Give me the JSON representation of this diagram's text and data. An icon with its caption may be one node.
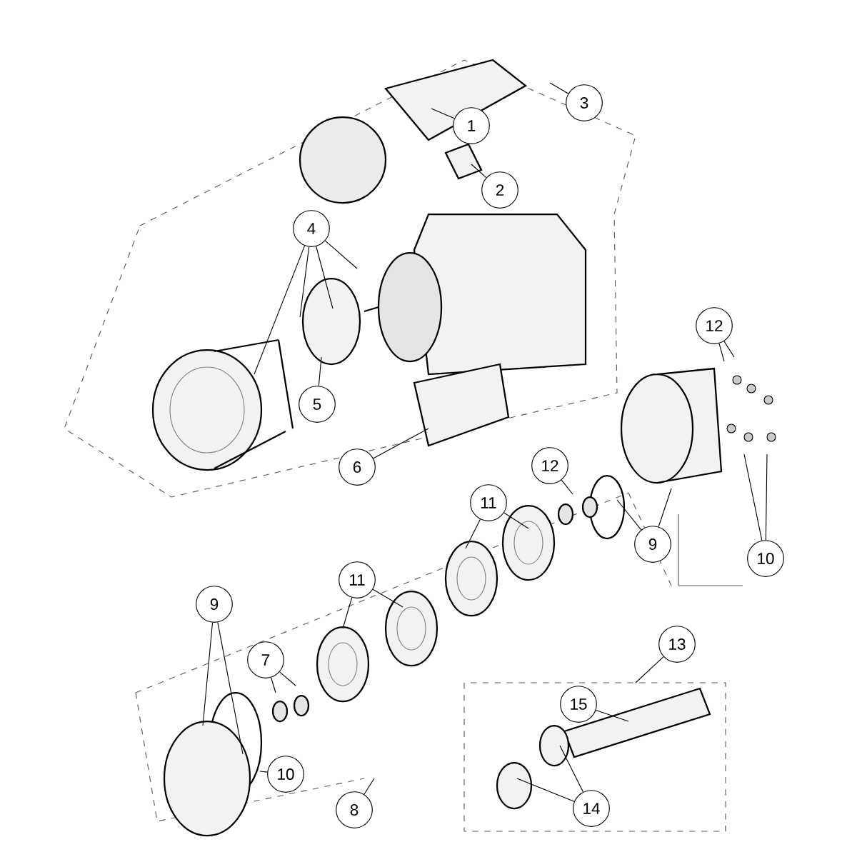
{
  "diagram": {
    "nodes": [
      {
        "text": [
          "1"
        ]
      },
      {
        "text": [
          "2"
        ]
      },
      {
        "text": [
          "3"
        ]
      },
      {
        "text": [
          "4"
        ]
      },
      {
        "text": [
          "5"
        ]
      },
      {
        "text": [
          "6"
        ]
      },
      {
        "text": [
          "12"
        ]
      },
      {
        "text": [
          "12"
        ]
      },
      {
        "text": [
          "9"
        ]
      },
      {
        "text": [
          "10"
        ]
      },
      {
        "text": [
          "11"
        ]
      },
      {
        "text": [
          "11"
        ]
      },
      {
        "text": [
          "9"
        ]
      },
      {
        "text": [
          "7"
        ]
      },
      {
        "text": [
          "10"
        ]
      },
      {
        "text": [
          "8"
        ]
      },
      {
        "text": [
          "13"
        ]
      },
      {
        "text": [
          "15"
        ]
      },
      {
        "text": [
          "14"
        ]
      }
    ],
    "edges": [
      {
        "from": 0,
        "to": null,
        "arrow": "none"
      },
      {
        "from": 1,
        "to": null,
        "arrow": "none"
      },
      {
        "from": 2,
        "to": null,
        "arrow": "none"
      },
      {
        "from": 3,
        "to": null,
        "arrow": "none"
      },
      {
        "from": 3,
        "to": null,
        "arrow": "none"
      },
      {
        "from": 3,
        "to": null,
        "arrow": "none"
      },
      {
        "from": 3,
        "to": null,
        "arrow": "none"
      },
      {
        "from": 4,
        "to": null,
        "arrow": "none"
      },
      {
        "from": 5,
        "to": null,
        "arrow": "none"
      },
      {
        "from": 6,
        "to": null,
        "arrow": "none"
      },
      {
        "from": 6,
        "to": null,
        "arrow": "none"
      },
      {
        "from": 7,
        "to": null,
        "arrow": "none"
      },
      {
        "from": 8,
        "to": null,
        "arrow": "none"
      },
      {
        "from": 8,
        "to": null,
        "arrow": "none"
      },
      {
        "from": 9,
        "to": null,
        "arrow": "none"
      },
      {
        "from": 9,
        "to": null,
        "arrow": "none"
      },
      {
        "from": 10,
        "to": null,
        "arrow": "none"
      },
      {
        "from": 10,
        "to": null,
        "arrow": "none"
      },
      {
        "from": 11,
        "to": null,
        "arrow": "none"
      },
      {
        "from": 11,
        "to": null,
        "arrow": "none"
      },
      {
        "from": 12,
        "to": null,
        "arrow": "none"
      },
      {
        "from": 12,
        "to": null,
        "arrow": "none"
      },
      {
        "from": 13,
        "to": null,
        "arrow": "none"
      },
      {
        "from": 13,
        "to": null,
        "arrow": "none"
      },
      {
        "from": 14,
        "to": null,
        "arrow": "none"
      },
      {
        "from": 15,
        "to": null,
        "arrow": "none"
      },
      {
        "from": 16,
        "to": null,
        "arrow": "none"
      },
      {
        "from": 17,
        "to": null,
        "arrow": "none"
      },
      {
        "from": 18,
        "to": null,
        "arrow": "none"
      },
      {
        "from": 18,
        "to": null,
        "arrow": "none"
      }
    ]
  }
}
